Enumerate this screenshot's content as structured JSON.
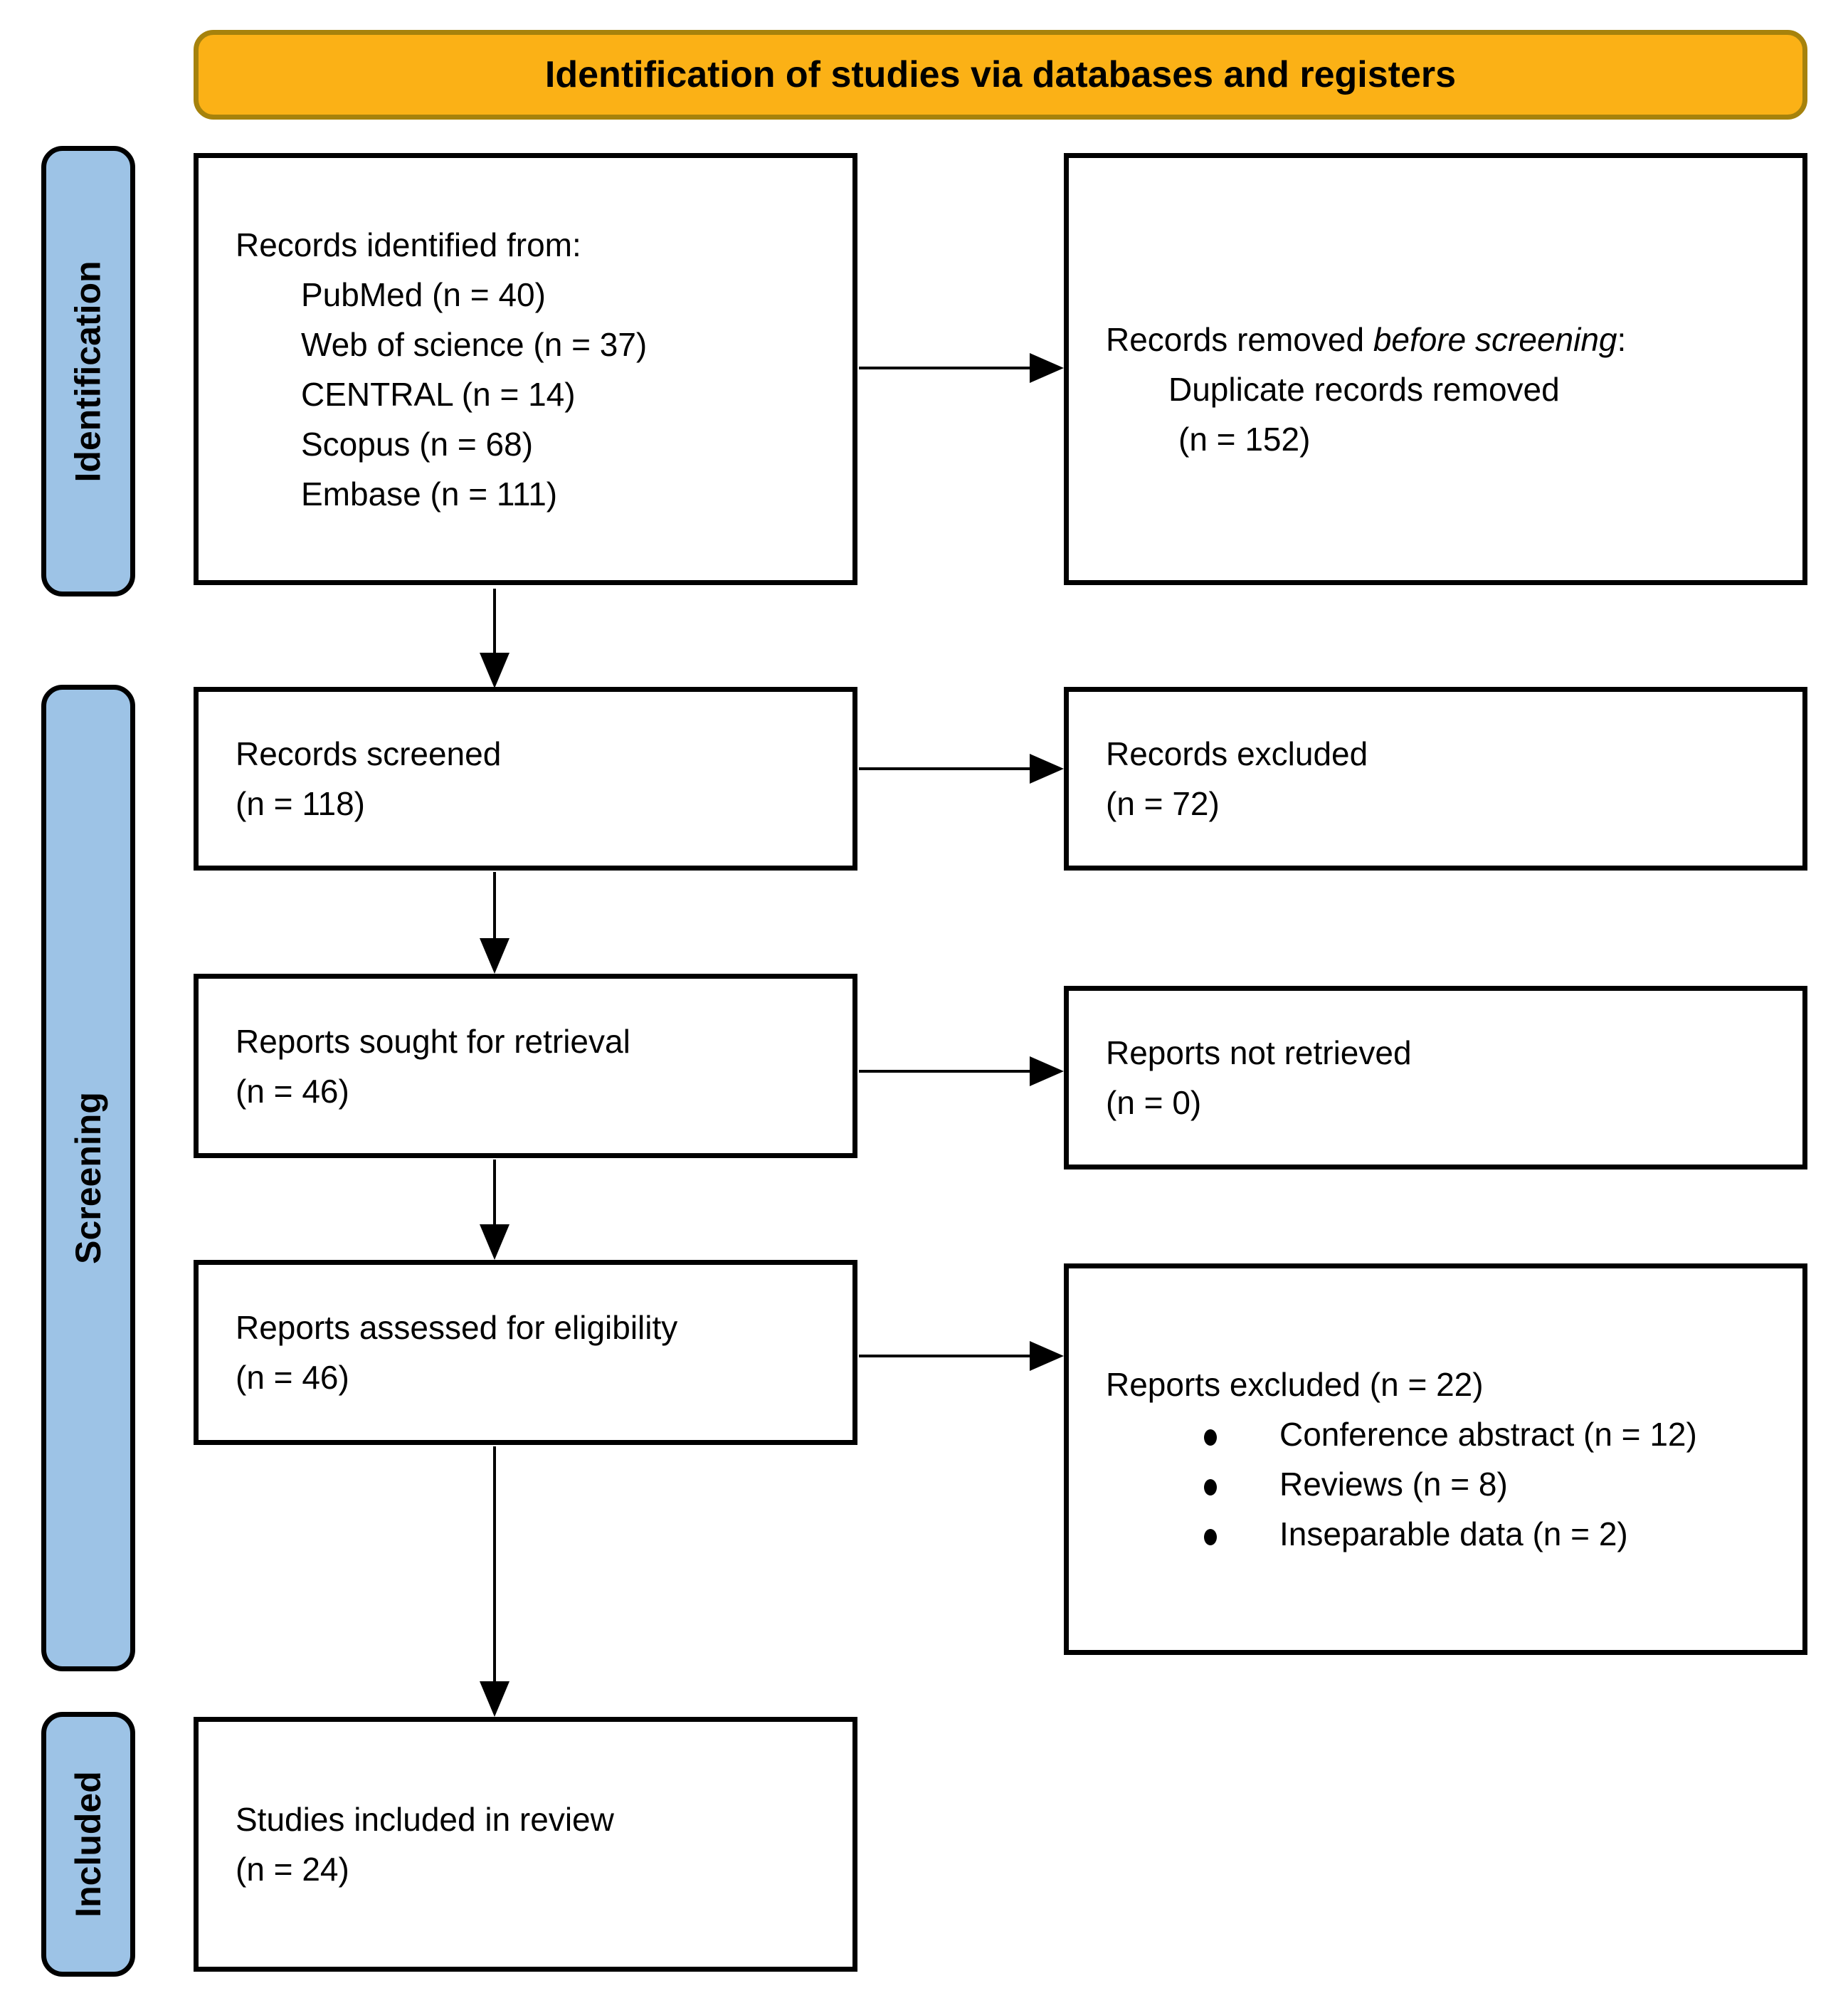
{
  "banner": {
    "title": "Identification of studies via databases and registers"
  },
  "sidebar": {
    "identification_label": "Identification",
    "screening_label": "Screening",
    "included_label": "Included"
  },
  "boxes": {
    "records_identified": {
      "title": "Records identified from:",
      "items": [
        "PubMed (n = 40)",
        "Web of science (n = 37)",
        "CENTRAL (n = 14)",
        "Scopus (n = 68)",
        "Embase (n = 111)"
      ]
    },
    "records_removed": {
      "title_prefix": "Records removed ",
      "title_italic": "before screening",
      "title_suffix": ":",
      "lines": [
        "Duplicate records removed",
        "(n = 152)"
      ]
    },
    "records_screened": {
      "lines": [
        "Records screened",
        "(n = 118)"
      ]
    },
    "records_excluded": {
      "lines": [
        "Records excluded",
        "(n = 72)"
      ]
    },
    "reports_sought": {
      "lines": [
        "Reports sought for retrieval",
        "(n = 46)"
      ]
    },
    "reports_not_retrieved": {
      "lines": [
        "Reports not retrieved",
        "(n = 0)"
      ]
    },
    "reports_assessed": {
      "lines": [
        "Reports assessed for eligibility",
        "(n = 46)"
      ]
    },
    "reports_excluded": {
      "title": "Reports excluded (n = 22)",
      "items": [
        "Conference abstract (n = 12)",
        "Reviews (n = 8)",
        "Inseparable data (n = 2)"
      ]
    },
    "studies_included": {
      "lines": [
        "Studies included in review",
        "(n = 24)"
      ]
    }
  },
  "colors": {
    "banner_fill": "#FBB116",
    "banner_border": "#A6820C",
    "stage_fill": "#9DC3E6",
    "stage_border": "#000000",
    "box_border": "#000000",
    "arrow_color": "#000000"
  }
}
